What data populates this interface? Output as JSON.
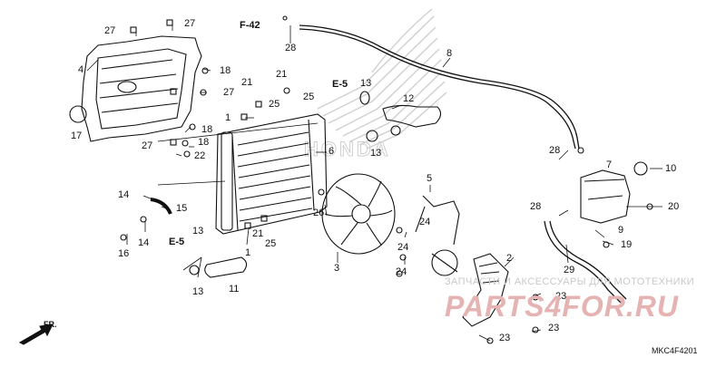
{
  "diagram": {
    "code": "MKC4F4201",
    "direction_label": "FR.",
    "ref_pages": [
      "F-42",
      "E-5",
      "E-5"
    ],
    "watermark": {
      "line1": "ЗАПЧАСТИ И АКСЕССУАРЫ ДЛЯ МОТОТЕХНИКИ",
      "line2": "PARTS4FOR.RU"
    },
    "brand_mark": "HONDA",
    "parts": [
      {
        "id": "p27a",
        "text": "27"
      },
      {
        "id": "p27b",
        "text": "27"
      },
      {
        "id": "p4",
        "text": "4"
      },
      {
        "id": "p18a",
        "text": "18"
      },
      {
        "id": "p27c",
        "text": "27"
      },
      {
        "id": "p17",
        "text": "17"
      },
      {
        "id": "p18b",
        "text": "18"
      },
      {
        "id": "p18c",
        "text": "18"
      },
      {
        "id": "p27d",
        "text": "27"
      },
      {
        "id": "p22",
        "text": "22"
      },
      {
        "id": "p1a",
        "text": "1"
      },
      {
        "id": "p21a",
        "text": "21"
      },
      {
        "id": "p25a",
        "text": "25"
      },
      {
        "id": "p21b",
        "text": "21"
      },
      {
        "id": "p25b",
        "text": "25"
      },
      {
        "id": "p28a",
        "text": "28"
      },
      {
        "id": "p8",
        "text": "8"
      },
      {
        "id": "p13a",
        "text": "13"
      },
      {
        "id": "p12",
        "text": "12"
      },
      {
        "id": "p13b",
        "text": "13"
      },
      {
        "id": "p6",
        "text": "6"
      },
      {
        "id": "p14a",
        "text": "14"
      },
      {
        "id": "p15",
        "text": "15"
      },
      {
        "id": "p14b",
        "text": "14"
      },
      {
        "id": "p16",
        "text": "16"
      },
      {
        "id": "p13c",
        "text": "13"
      },
      {
        "id": "p13d",
        "text": "13"
      },
      {
        "id": "p11",
        "text": "11"
      },
      {
        "id": "p1b",
        "text": "1"
      },
      {
        "id": "p21c",
        "text": "21"
      },
      {
        "id": "p25c",
        "text": "25"
      },
      {
        "id": "p26",
        "text": "26"
      },
      {
        "id": "p3",
        "text": "3"
      },
      {
        "id": "p5",
        "text": "5"
      },
      {
        "id": "p24a",
        "text": "24"
      },
      {
        "id": "p24b",
        "text": "24"
      },
      {
        "id": "p24c",
        "text": "24"
      },
      {
        "id": "p2",
        "text": "2"
      },
      {
        "id": "p23a",
        "text": "23"
      },
      {
        "id": "p23b",
        "text": "23"
      },
      {
        "id": "p23c",
        "text": "23"
      },
      {
        "id": "p28b",
        "text": "28"
      },
      {
        "id": "p7",
        "text": "7"
      },
      {
        "id": "p10",
        "text": "10"
      },
      {
        "id": "p28c",
        "text": "28"
      },
      {
        "id": "p20",
        "text": "20"
      },
      {
        "id": "p9",
        "text": "9"
      },
      {
        "id": "p19",
        "text": "19"
      },
      {
        "id": "p29",
        "text": "29"
      }
    ]
  }
}
